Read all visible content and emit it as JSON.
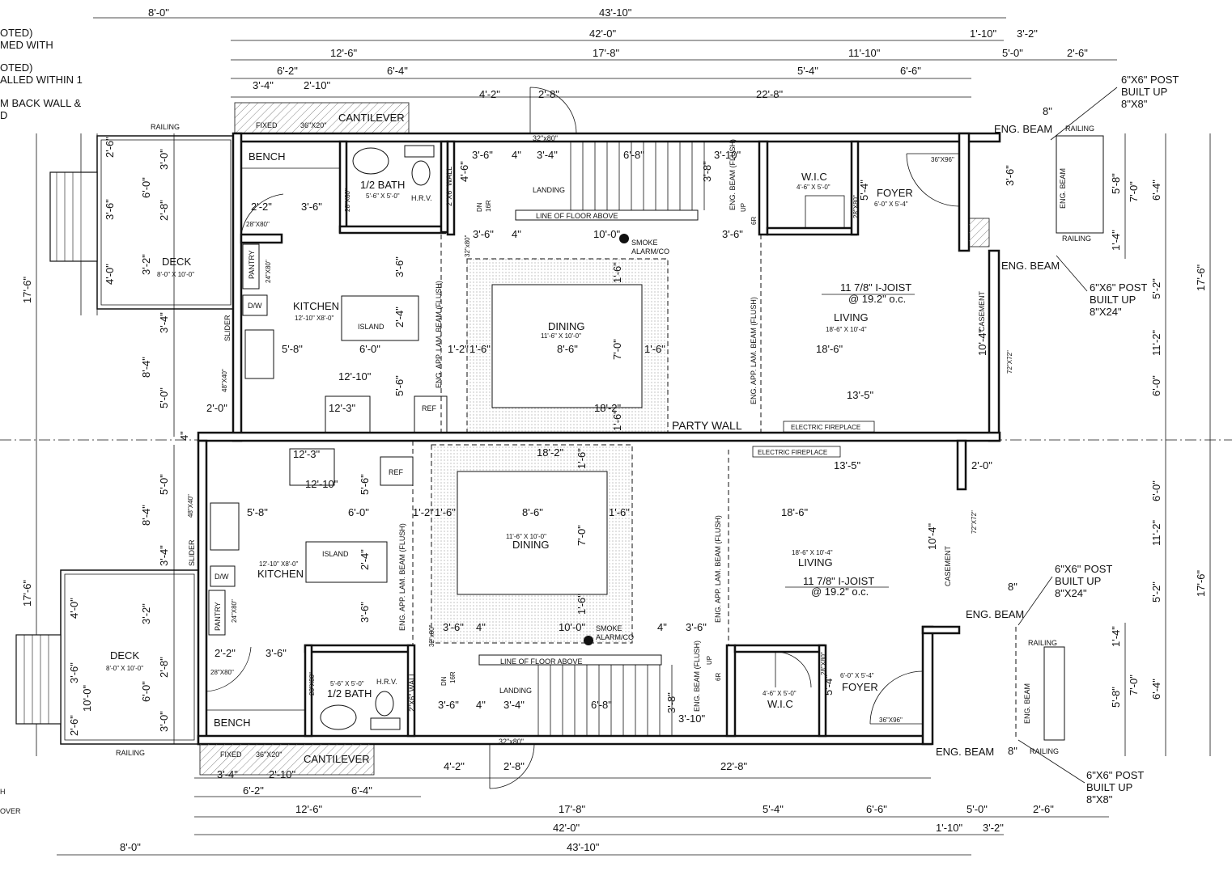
{
  "notes_left": [
    "OTED)",
    "MED WITH",
    "OTED)",
    "ALLED WITHIN 1",
    "M BACK WALL &",
    "D",
    "H",
    "OVER"
  ],
  "dims_top": {
    "d43_10": "43'-10\"",
    "d8_0": "8'-0\"",
    "d42_0": "42'-0\"",
    "d1_10": "1'-10\"",
    "d3_2": "3'-2\"",
    "d12_6": "12'-6\"",
    "d17_8": "17'-8\"",
    "d11_10": "11'-10\"",
    "d5_0": "5'-0\"",
    "d2_6": "2'-6\"",
    "d6_2": "6'-2\"",
    "d6_4": "6'-4\"",
    "d5_4": "5'-4\"",
    "d6_6": "6'-6\"",
    "d3_4": "3'-4\"",
    "d2_10": "2'-10\"",
    "d4_2": "4'-2\"",
    "d2_8": "2'-8\"",
    "d22_8": "22'-8\""
  },
  "dims_bottom": {
    "d43_10": "43'-10\"",
    "d8_0": "8'-0\"",
    "d42_0": "42'-0\"",
    "d1_10": "1'-10\"",
    "d3_2": "3'-2\"",
    "d12_6": "12'-6\"",
    "d17_8": "17'-8\"",
    "d5_4": "5'-4\"",
    "d6_6": "6'-6\"",
    "d5_0": "5'-0\"",
    "d2_6": "2'-6\"",
    "d6_2": "6'-2\"",
    "d6_4": "6'-4\"",
    "d3_4": "3'-4\"",
    "d2_10": "2'-10\"",
    "d4_2": "4'-2\"",
    "d2_8": "2'-8\"",
    "d22_8": "22'-8\""
  },
  "dims_side": {
    "d17_6": "17'-6\"",
    "d10_0": "10'-0\"",
    "d2_6": "2'-6\"",
    "d3_6": "3'-6\"",
    "d4_0": "4'-0\"",
    "d3_0": "3'-0\"",
    "d6_0": "6'-0\"",
    "d2_8": "2'-8\"",
    "d4": "4\"",
    "d3_2": "3'-2\"",
    "d3_4": "3'-4\"",
    "d8_4": "8'-4\"",
    "d5_0": "5'-0\"",
    "d6_4": "6'-4\"",
    "d7_0": "7'-0\"",
    "d5_8": "5'-8\"",
    "d1_4": "1'-4\"",
    "d5_2": "5'-2\"",
    "d11_2": "11'-2\"",
    "d2_0": "2'-0\""
  },
  "unit_top": {
    "railing": "RAILING",
    "fixed": "FIXED",
    "win36x20": "36\"X20\"",
    "cantilever": "CANTILEVER",
    "bench": "BENCH",
    "half_bath": "1/2 BATH",
    "bath_size": "5'-6\" X 5'-0\"",
    "hrv": "H.R.V.",
    "door28x80": "28\"X80\"",
    "d2_2": "2'-2\"",
    "d3_6": "3'-6\"",
    "deck": "DECK",
    "deck_size": "8'-0\" X 10'-0\"",
    "pantry": "PANTRY",
    "pantry_door": "24\"X80\"",
    "dw": "D/W",
    "kitchen": "KITCHEN",
    "kitchen_size": "12'-10\" X8'-0\"",
    "island": "ISLAND",
    "slider": "SLIDER",
    "slider_size": "48\"X40\"",
    "d5_8": "5'-8\"",
    "d6_0": "6'-0\"",
    "d12_10": "12'-10\"",
    "d12_3": "12'-3\"",
    "ref": "REF",
    "d2_0": "2'-0\"",
    "d2_4": "2'-4\"",
    "d5_6": "5'-6\"",
    "eng_beam_flush": "ENG. APP. LAM. BEAM (FLUSH)",
    "dining": "DINING",
    "dining_size": "11'-6\" X 10'-0\"",
    "d8_6": "8'-6\"",
    "d7_0": "7'-0\"",
    "d1_6": "1'-6\"",
    "d1_2": "1'-2\"",
    "d18_2": "18'-2\"",
    "landing": "LANDING",
    "wall2x6": "2\"X6\" WALL",
    "dn": "DN",
    "r16": "16R",
    "up": "UP",
    "r6": "6R",
    "d3_4": "3'-4\"",
    "d6_8": "6'-8\"",
    "d3_10": "3'-10\"",
    "d3_8": "3'-8\"",
    "d4_6": "4'-6\"",
    "d4": "4\"",
    "door32x80": "32\"x80\"",
    "line_floor_above": "LINE OF FLOOR ABOVE",
    "d10_0": "10'-0\"",
    "smoke": "SMOKE",
    "alarm": "ALARM/CO",
    "eng_beam_flush2": "ENG. BEAM (FLUSH)",
    "wic": "W.I.C",
    "wic_size": "4'-6\" X 5'-0\"",
    "foyer": "FOYER",
    "foyer_size": "6'-0\" X 5'-4\"",
    "door36x96": "36\"X96\"",
    "d5_4": "5'-4\"",
    "joist": "11 7/8\" I-JOIST",
    "joist_oc": "@ 19.2\" o.c.",
    "living": "LIVING",
    "living_size": "18'-6\" X 10'-4\"",
    "d18_6": "18'-6\"",
    "d13_5": "13'-5\"",
    "d10_4": "10'-4\"",
    "casement": "CASEMENT",
    "casement_size": "72\"X72\"",
    "party_wall": "PARTY WALL",
    "electric_fireplace": "ELECTRIC FIREPLACE",
    "eng_beam": "ENG. BEAM",
    "post_a": "6\"X6\" POST",
    "post_b": "BUILT UP",
    "post_8x8": "8\"X8\"",
    "post_8x24": "8\"X24\"",
    "d8": "8\""
  },
  "unit_bottom": {
    "railing": "RAILING",
    "fixed": "FIXED",
    "win36x20": "36\"X20\"",
    "cantilever": "CANTILEVER",
    "bench": "BENCH",
    "half_bath": "1/2 BATH",
    "bath_size": "5'-6\" X 5'-0\"",
    "hrv": "H.R.V.",
    "deck": "DECK",
    "deck_size": "8'-0\" X 10'-0\"",
    "kitchen": "KITCHEN",
    "kitchen_size": "12'-10\" X8'-0\"",
    "dining": "DINING",
    "dining_size": "11'-6\" X 10'-0\"",
    "living": "LIVING",
    "living_size": "18'-6\" X 10'-4\"",
    "foyer": "FOYER",
    "foyer_size": "6'-0\" X 5'-4\"",
    "wic": "W.I.C",
    "wic_size": "4'-6\" X 5'-0\"",
    "electric_fireplace": "ELECTRIC FIREPLACE",
    "eng_beam": "ENG. BEAM"
  }
}
